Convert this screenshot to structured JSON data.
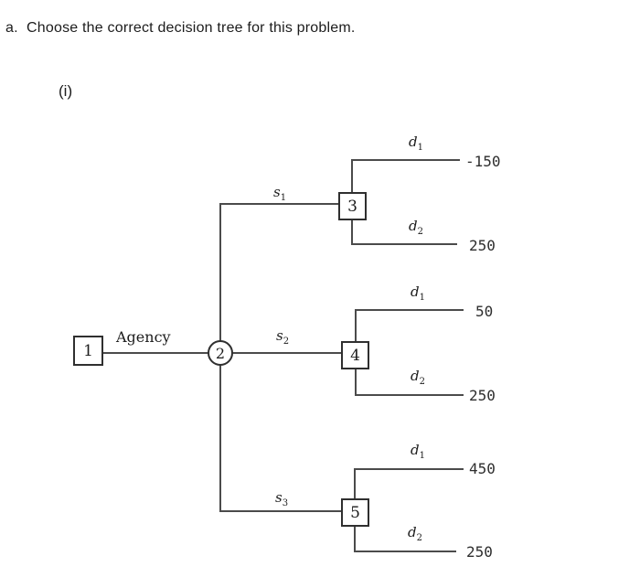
{
  "page": {
    "title": "a.  Choose the correct decision tree for this problem.",
    "option_label": "(i)"
  },
  "tree": {
    "root_node": "1",
    "chance_node": "2",
    "root_edge_label": "Agency",
    "branches": [
      {
        "node": "3",
        "state": {
          "base": "s",
          "sub": "1"
        },
        "outcomes": [
          {
            "label": {
              "base": "d",
              "sub": "1"
            },
            "payoff": "-150"
          },
          {
            "label": {
              "base": "d",
              "sub": "2"
            },
            "payoff": "250"
          }
        ]
      },
      {
        "node": "4",
        "state": {
          "base": "s",
          "sub": "2"
        },
        "outcomes": [
          {
            "label": {
              "base": "d",
              "sub": "1"
            },
            "payoff": "50"
          },
          {
            "label": {
              "base": "d",
              "sub": "2"
            },
            "payoff": "250"
          }
        ]
      },
      {
        "node": "5",
        "state": {
          "base": "s",
          "sub": "3"
        },
        "outcomes": [
          {
            "label": {
              "base": "d",
              "sub": "1"
            },
            "payoff": "450"
          },
          {
            "label": {
              "base": "d",
              "sub": "2"
            },
            "payoff": "250"
          }
        ]
      }
    ]
  },
  "colors": {
    "line": "#4b4b4b",
    "node_border": "#2f2f2f",
    "text": "#1c1c1c"
  }
}
